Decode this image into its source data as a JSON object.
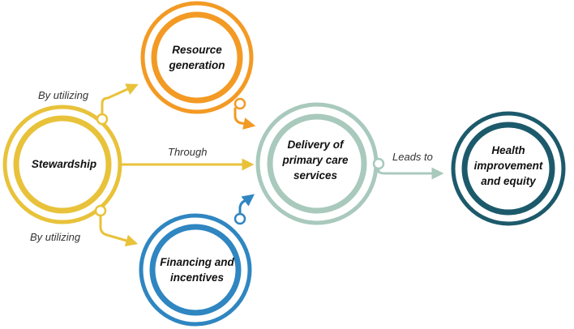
{
  "colors": {
    "stewardship": "#E8C23A",
    "resource": "#F39A24",
    "financing": "#2F86C1",
    "delivery": "#A9C9BD",
    "health": "#1C5A6B"
  },
  "nodes": {
    "stewardship": {
      "line1": "Stewardship"
    },
    "resource": {
      "line1": "Resource",
      "line2": "generation"
    },
    "financing": {
      "line1": "Financing and",
      "line2": "incentives"
    },
    "delivery": {
      "line1": "Delivery of",
      "line2": "primary care",
      "line3": "services"
    },
    "health": {
      "line1": "Health",
      "line2": "improvement",
      "line3": "and equity"
    }
  },
  "edges": {
    "by_utilizing_top": "By utilizing",
    "by_utilizing_bottom": "By utilizing",
    "through": "Through",
    "leads_to": "Leads to"
  }
}
